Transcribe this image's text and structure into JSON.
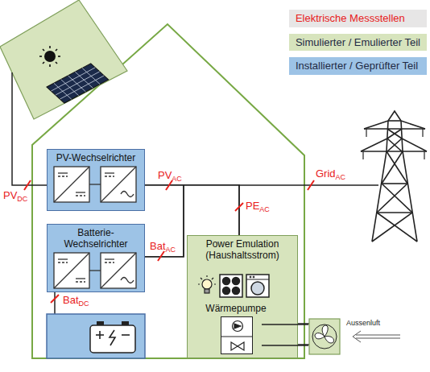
{
  "diagram": {
    "nodes": [
      {
        "text": [
          "PV-Wechselrichter"
        ]
      },
      {
        "text": [
          "Batterie- Wechselrichter"
        ]
      },
      {
        "text": [
          "Power Emulation (Haushaltsstrom)"
        ]
      },
      {
        "text": [
          "Wärmepumpe"
        ],
        "in": 2
      }
    ],
    "edges": [
      {
        "from": 0,
        "to": 1,
        "arrow": "none"
      },
      {
        "from": 0,
        "to": 2,
        "arrow": "none"
      },
      {
        "from": 1,
        "to": 2,
        "arrow": "none"
      }
    ],
    "labels": [
      "PV",
      "DC",
      "PV",
      "AC",
      "Bat",
      "AC",
      "Bat",
      "DC",
      "PE",
      "AC",
      "Grid",
      "AC",
      "Aussenluft"
    ],
    "legend": [
      {
        "text": "Elektrische Messstellen",
        "color": "#e7e6e6"
      },
      {
        "text": "Simulierter / Emulierter Teil",
        "color": "#d7e4bd"
      },
      {
        "text": "Installierter / Geprüfter Teil",
        "color": "#9dc3e6"
      }
    ]
  }
}
